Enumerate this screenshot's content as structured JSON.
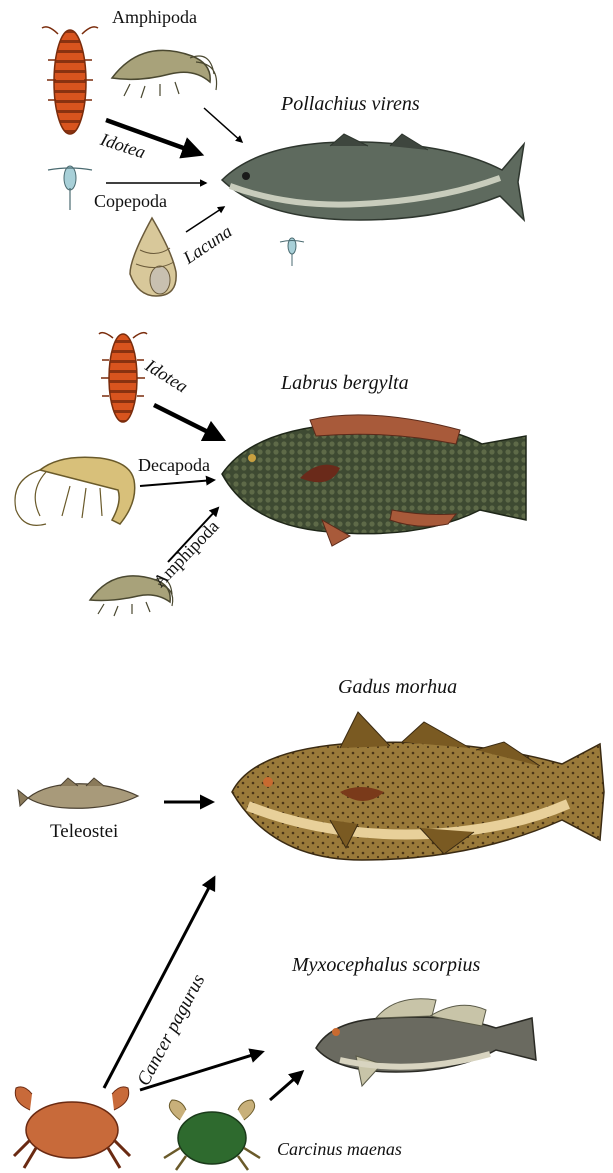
{
  "panels": [
    {
      "predator": "Pollachius virens",
      "prey": [
        "Amphipoda",
        "Idotea",
        "Copepoda",
        "Lacuna"
      ]
    },
    {
      "predator": "Labrus bergylta",
      "prey": [
        "Idotea",
        "Decapoda",
        "Amphipoda"
      ]
    },
    {
      "predator": "Gadus morhua",
      "prey": [
        "Teleostei",
        "Cancer pagurus"
      ]
    },
    {
      "predator": "Myxocephalus scorpius",
      "prey": [
        "Cancer pagurus",
        "Carcinus maenas"
      ]
    }
  ],
  "colors": {
    "background": "#ffffff",
    "text": "#111111",
    "arrow": "#000000",
    "idotea": "#c8561c",
    "pollock": "#4a5a50",
    "wrasse": "#2e3a28",
    "cod": "#8a6a32",
    "sculpin": "#5a5a52",
    "cancer_crab": "#c86a3a",
    "green_crab": "#2e6a2e"
  }
}
